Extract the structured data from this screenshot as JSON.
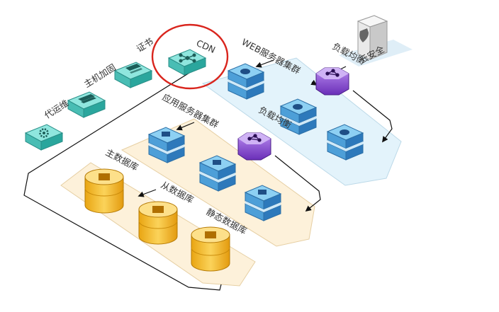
{
  "labels": {
    "cloud_security": "云安全",
    "web_cluster": "WEB服务器集群",
    "load_balance_top": "负载均衡",
    "cdn": "CDN",
    "cert": "证书",
    "host_hardening": "主机加固",
    "ops": "代运维",
    "app_cluster": "应用服务器集群",
    "load_balance_mid": "负载均衡",
    "main_db": "主数据库",
    "slave_db": "从数据库",
    "static_db": "静态数据库"
  },
  "colors": {
    "teal_top": "#7ee0d8",
    "teal_side": "#2fa9a0",
    "blue_top": "#7fc4ee",
    "blue_side": "#2f7fc0",
    "purple": "#8a4fd0",
    "gold": "#f6c13b",
    "platform_blue": "#dff1fb",
    "platform_yellow": "#fdf0d6",
    "highlight_circle": "#d9251d"
  }
}
